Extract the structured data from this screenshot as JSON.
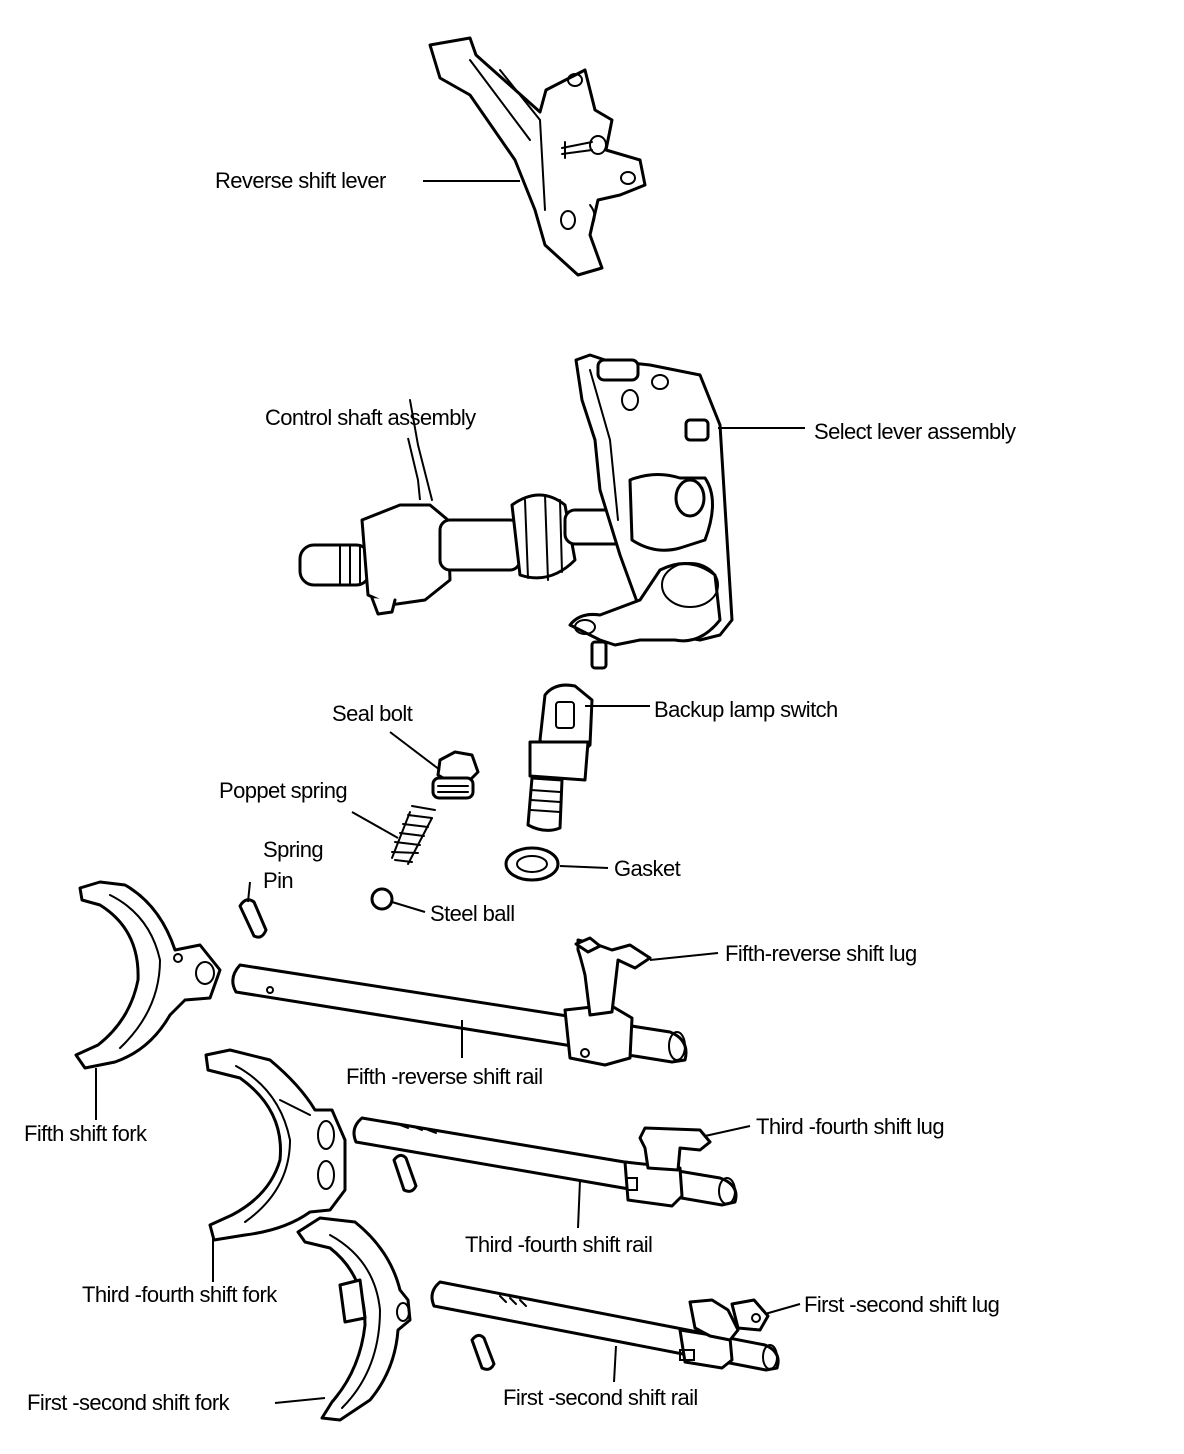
{
  "labels": {
    "reverse_shift_lever": "Reverse shift lever",
    "control_shaft_assembly": "Control shaft assembly",
    "select_lever_assembly": "Select lever assembly",
    "seal_bolt": "Seal bolt",
    "backup_lamp_switch": "Backup lamp switch",
    "poppet_spring": "Poppet spring",
    "spring_pin_line1": "Spring",
    "spring_pin_line2": "Pin",
    "gasket": "Gasket",
    "steel_ball": "Steel ball",
    "fifth_reverse_shift_lug": "Fifth-reverse shift lug",
    "fifth_reverse_shift_rail": "Fifth -reverse shift rail",
    "fifth_shift_fork": "Fifth shift fork",
    "third_fourth_shift_lug": "Third -fourth shift lug",
    "third_fourth_shift_rail": "Third -fourth shift rail",
    "third_fourth_shift_fork": "Third -fourth shift fork",
    "first_second_shift_lug": "First -second shift lug",
    "first_second_shift_rail": "First -second shift rail",
    "first_second_shift_fork": "First -second shift fork"
  }
}
